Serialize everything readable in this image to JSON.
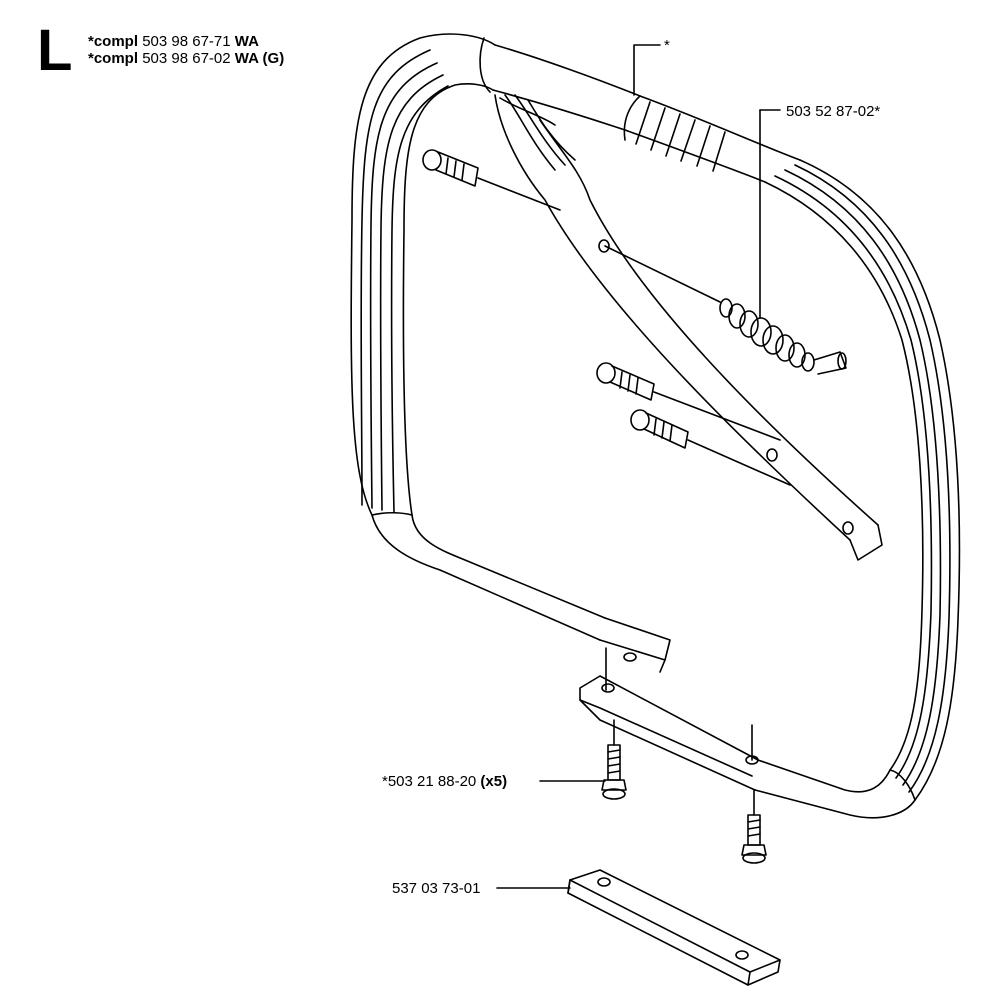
{
  "header": {
    "section_letter": "L",
    "lines": [
      {
        "prefix": "*compl",
        "part_number": "503 98 67-71",
        "suffix": "WA"
      },
      {
        "prefix": "*compl",
        "part_number": "503 98 67-02",
        "suffix": "WA (G)"
      }
    ]
  },
  "callouts": {
    "handle_grip": "*",
    "antivibration_spring": "503 52 87-02*",
    "screw": {
      "part_number": "*503 21 88-20",
      "qty": "(x5)"
    },
    "plate": "537 03 73-01"
  },
  "colors": {
    "line": "#000000",
    "background": "#ffffff"
  }
}
